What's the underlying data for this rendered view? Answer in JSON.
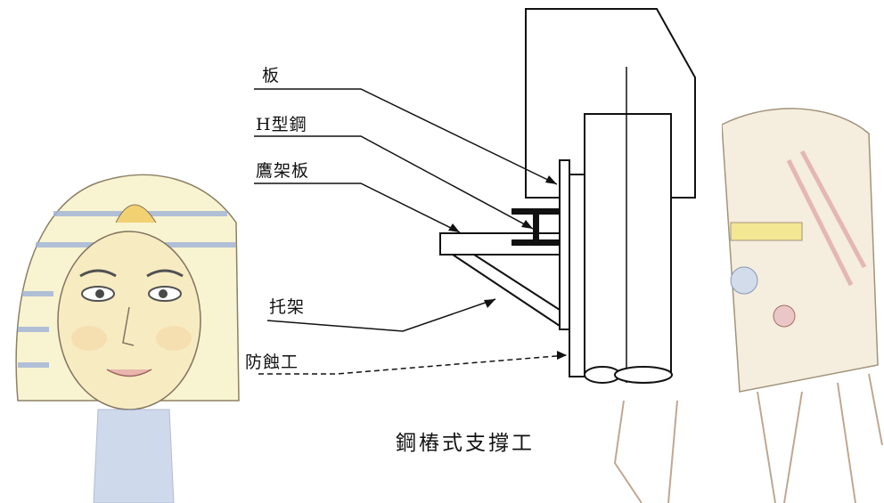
{
  "diagram": {
    "labels": {
      "plate": "板",
      "h_steel": "H型鋼",
      "bracket_plate": "鷹架板",
      "support": "托架",
      "corrosion": "防蝕工"
    },
    "caption": "鋼樁式支撐工"
  },
  "colors": {
    "line": "#111111",
    "paper": "#ffffff",
    "pharaoh_stripe_yellow": "#f2e27a",
    "pharaoh_stripe_blue": "#9fb4d8",
    "camel_tan": "#c9a98a"
  }
}
